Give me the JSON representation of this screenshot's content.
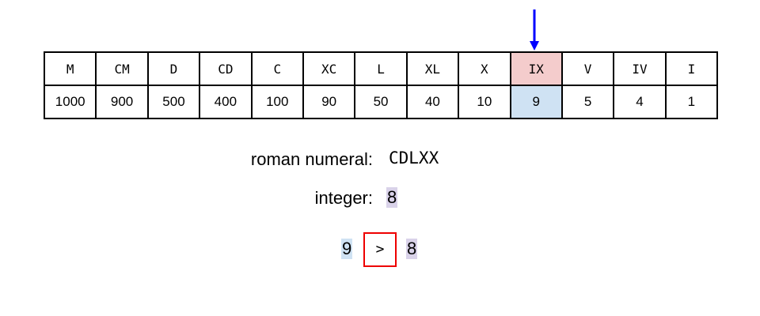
{
  "table": {
    "symbols": [
      "M",
      "CM",
      "D",
      "CD",
      "C",
      "XC",
      "L",
      "XL",
      "X",
      "IX",
      "V",
      "IV",
      "I"
    ],
    "values": [
      "1000",
      "900",
      "500",
      "400",
      "100",
      "90",
      "50",
      "40",
      "10",
      "9",
      "5",
      "4",
      "1"
    ],
    "highlight_index": 9
  },
  "roman_label": "roman numeral:",
  "roman_value": "CDLXX",
  "integer_label": "integer:",
  "integer_value": "8",
  "compare": {
    "left": "9",
    "op": ">",
    "right": "8"
  },
  "colors": {
    "symbol_highlight": "#f4cccc",
    "value_highlight": "#cfe2f3",
    "integer_highlight": "#d9d2e9",
    "arrow": "#0000ff",
    "compare_box": "#e00000"
  }
}
